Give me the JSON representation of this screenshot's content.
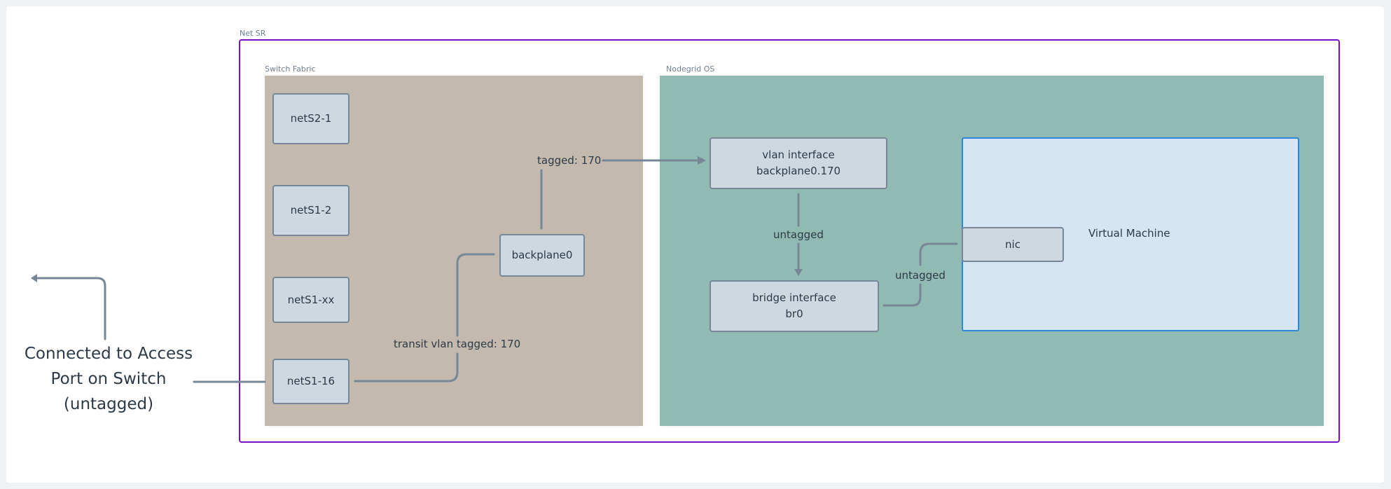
{
  "diagram": {
    "outer_group": {
      "label": "Net SR",
      "border_color": "#7a10c3"
    },
    "groups": [
      {
        "id": "switch-fabric",
        "label": "Switch Fabric",
        "fill": "#c3b9ad"
      },
      {
        "id": "nodegrid-os",
        "label": "Nodegrid OS",
        "fill": "#91bbb2"
      }
    ],
    "nodes": {
      "netS2_1": {
        "label": "netS2-1"
      },
      "netS1_2": {
        "label": "netS1-2"
      },
      "netS1_xx": {
        "label": "netS1-xx"
      },
      "netS1_16": {
        "label": "netS1-16"
      },
      "backplane0": {
        "label": "backplane0"
      },
      "vlan_interface": {
        "line1": "vlan interface",
        "line2": "backplane0.170"
      },
      "bridge_interface": {
        "line1": "bridge interface",
        "line2": "br0"
      },
      "nic": {
        "label": "nic"
      },
      "virtual_machine": {
        "label": "Virtual Machine",
        "fill": "#d5e5f4",
        "border_color": "#2d86d8"
      }
    },
    "edges": [
      {
        "from": "external",
        "to": "netS1_16",
        "label": ""
      },
      {
        "from": "netS1_16",
        "to": "backplane0",
        "label": "transit vlan tagged: 170"
      },
      {
        "from": "backplane0",
        "to": "vlan_interface",
        "label": "tagged: 170"
      },
      {
        "from": "vlan_interface",
        "to": "bridge_interface",
        "label": "untagged"
      },
      {
        "from": "bridge_interface",
        "to": "nic",
        "label": "untagged"
      }
    ],
    "external_note": {
      "line1": "Connected to Access",
      "line2": "Port on Switch",
      "line3": "(untagged)"
    },
    "colors": {
      "node_fill": "#cdd8e1",
      "node_border": "#778797",
      "edge": "#778797",
      "text": "#2c3a47"
    }
  }
}
